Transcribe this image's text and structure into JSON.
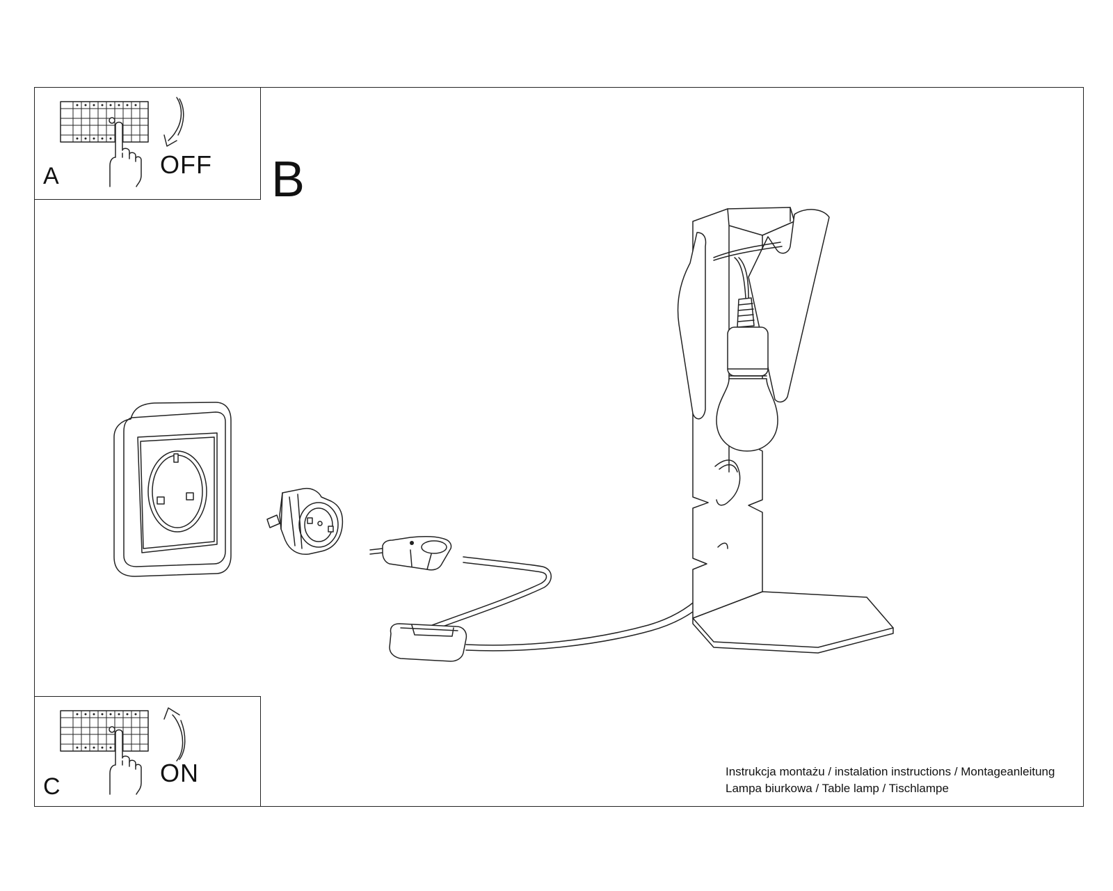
{
  "steps": {
    "a": {
      "letter": "A",
      "state": "OFF",
      "arrow": "rotate-down-arrow-icon"
    },
    "b": {
      "letter": "B"
    },
    "c": {
      "letter": "C",
      "state": "ON",
      "arrow": "rotate-up-arrow-icon"
    }
  },
  "caption": {
    "line1": "Instrukcja montażu / instalation instructions / Montageanleitung",
    "line2": "Lampa biurkowa / Table lamp / Tischlampe"
  },
  "icons": [
    "circuit-breaker-panel-icon",
    "hand-icon",
    "wall-socket-icon",
    "plug-adapter-icon",
    "plug-icon",
    "cord-switch-icon",
    "table-lamp-icon",
    "light-bulb-icon"
  ]
}
